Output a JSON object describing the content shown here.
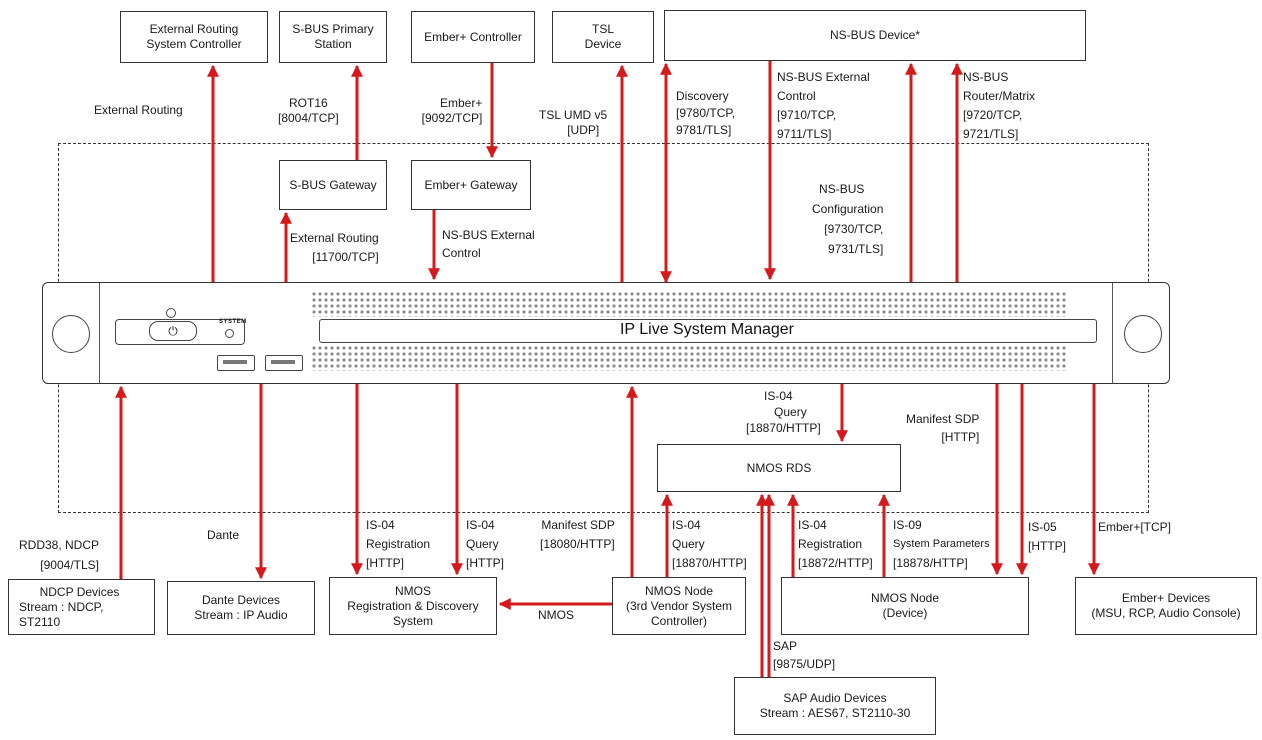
{
  "diagram": {
    "server_title": "IP Live System Manager",
    "server_panel_text": "SYSTEM",
    "power_symbol": "⏻",
    "arrow_color": "#d41a1a",
    "top_boxes": {
      "ext_routing_controller": [
        "External Routing",
        "System Controller"
      ],
      "sbus_primary": [
        "S-BUS Primary",
        "Station"
      ],
      "ember_controller": [
        "Ember+ Controller"
      ],
      "tsl_device": [
        "TSL",
        "Device"
      ],
      "nsbus_device": [
        "NS-BUS Device*"
      ]
    },
    "gateways": {
      "sbus_gateway": [
        "S-BUS Gateway"
      ],
      "ember_gateway": [
        "Ember+ Gateway"
      ]
    },
    "middle_boxes": {
      "nmos_rds": [
        "NMOS RDS"
      ]
    },
    "bottom_boxes": {
      "ndcp_devices": [
        "NDCP Devices",
        "Stream : NDCP,",
        "ST2110"
      ],
      "dante_devices": [
        "Dante Devices",
        "Stream : IP Audio"
      ],
      "nmos_registration": [
        "NMOS",
        "Registration & Discovery",
        "System"
      ],
      "nmos_node_3rd": [
        "NMOS Node",
        "(3rd Vendor System",
        "Controller)"
      ],
      "nmos_node_device": [
        "NMOS Node",
        "(Device)"
      ],
      "ember_devices": [
        "Ember+ Devices",
        "(MSU, RCP, Audio Console)"
      ],
      "sap_devices": [
        "SAP Audio Devices",
        "Stream : AES67, ST2110-30"
      ]
    },
    "labels": {
      "external_routing_top": [
        "External Routing"
      ],
      "rot16": [
        "ROT16",
        "[8004/TCP]"
      ],
      "ember_plus": [
        "Ember+",
        "[9092/TCP]"
      ],
      "tsl_umd": [
        "TSL UMD v5",
        "[UDP]"
      ],
      "discovery": [
        "Discovery",
        "[9780/TCP,",
        "9781/TLS]"
      ],
      "nsbus_ext_control_top": [
        "NS-BUS External",
        "Control",
        "[9710/TCP,",
        "9711/TLS]"
      ],
      "nsbus_router": [
        "NS-BUS",
        "Router/Matrix",
        "[9720/TCP,",
        "9721/TLS]"
      ],
      "external_routing_gw": [
        "External Routing",
        "[11700/TCP]"
      ],
      "nsbus_ext_control_gw": [
        "NS-BUS External",
        "Control"
      ],
      "nsbus_config": [
        "NS-BUS",
        "Configuration",
        "[9730/TCP,",
        "9731/TLS]"
      ],
      "is04_query_rds": [
        "IS-04",
        "Query",
        "[18870/HTTP]"
      ],
      "manifest_sdp_right": [
        "Manifest SDP",
        "[HTTP]"
      ],
      "rdd38": [
        "RDD38, NDCP",
        "[9004/TLS]"
      ],
      "dante": [
        "Dante"
      ],
      "is04_registration_left": [
        "IS-04",
        "Registration",
        "[HTTP]"
      ],
      "is04_query_left": [
        "IS-04",
        "Query",
        "[HTTP]"
      ],
      "manifest_sdp_mid": [
        "Manifest SDP",
        "[18080/HTTP]"
      ],
      "is04_query_mid": [
        "IS-04",
        "Query",
        "[18870/HTTP]"
      ],
      "is04_registration_mid": [
        "IS-04",
        "Registration",
        "[18872/HTTP]"
      ],
      "is09": [
        "IS-09",
        "System Parameters",
        "[18878/HTTP]"
      ],
      "is05": [
        "IS-05",
        "[HTTP]"
      ],
      "ember_tcp": [
        "Ember+[TCP]"
      ],
      "nmos": [
        "NMOS"
      ],
      "sap": [
        "SAP",
        "[9875/UDP]"
      ]
    }
  }
}
